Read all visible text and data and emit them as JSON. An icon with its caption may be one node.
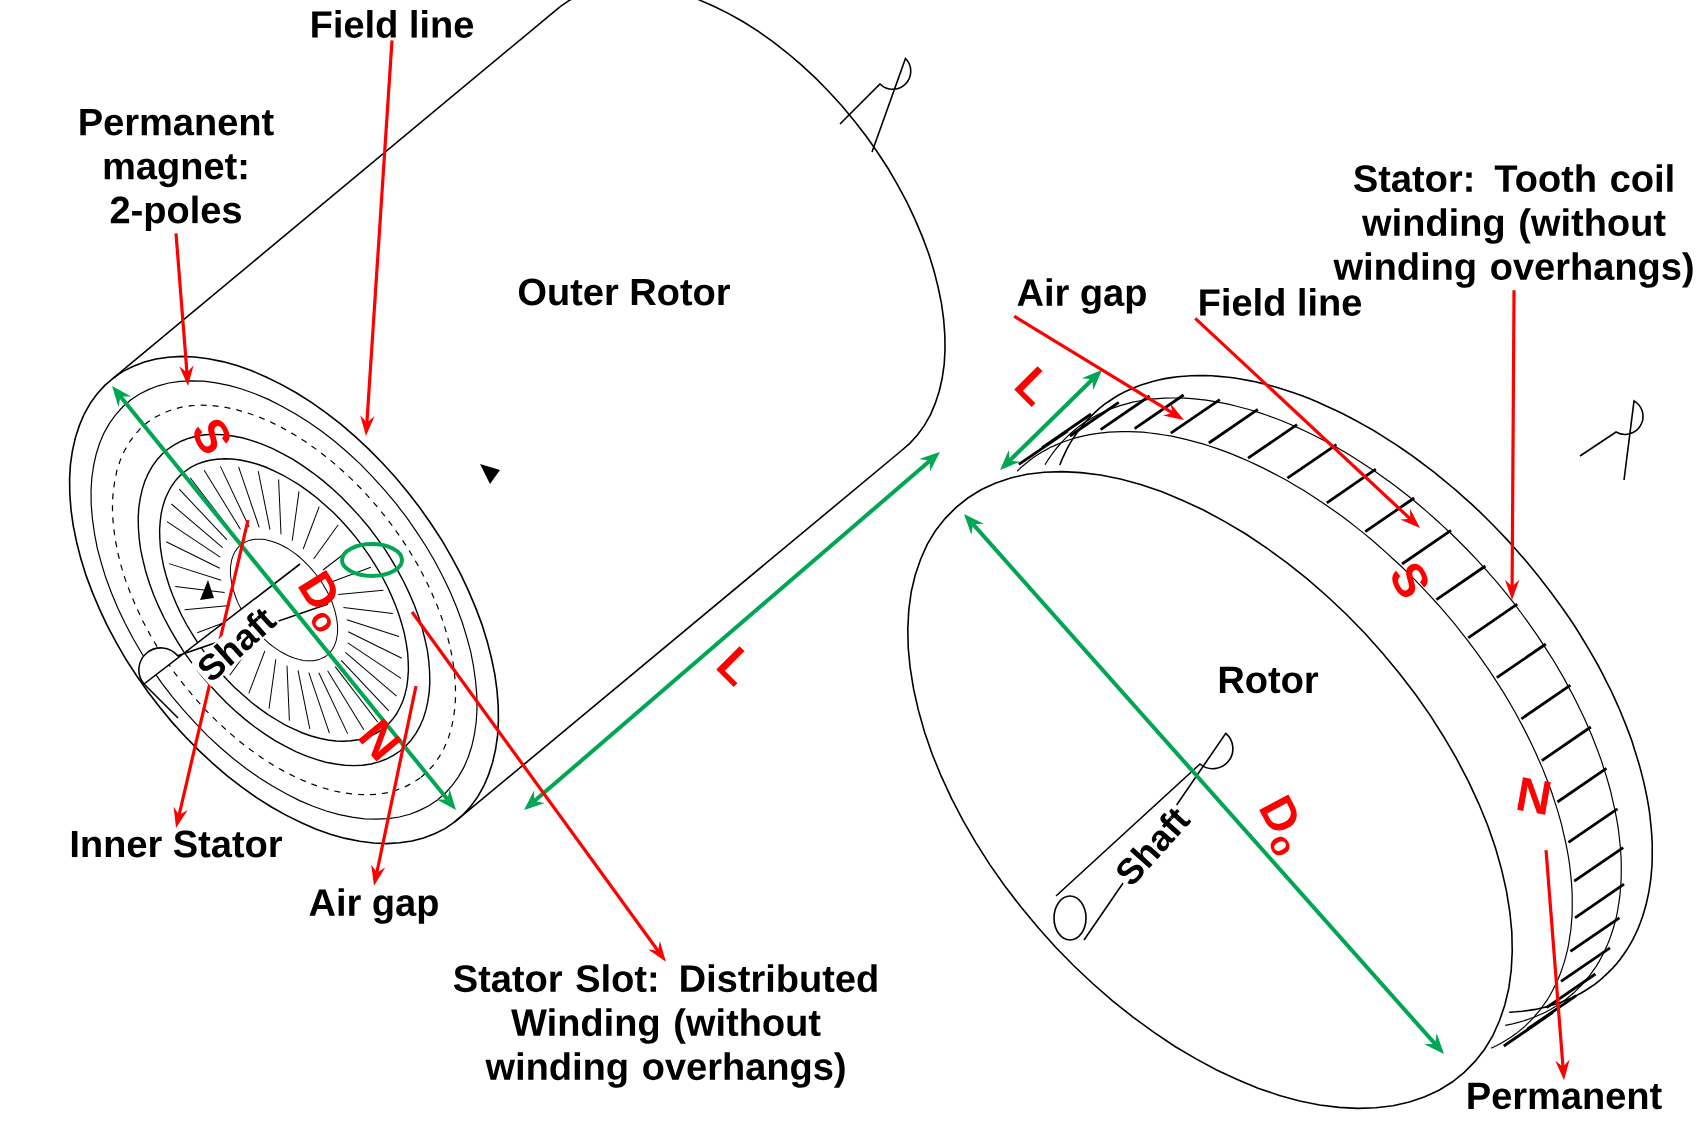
{
  "diagram": {
    "nodes": [
      {
        "text": [
          "Field line"
        ]
      },
      {
        "text": [
          "Permanent magnet: 2-poles"
        ]
      },
      {
        "text": [
          "Inner Stator"
        ]
      },
      {
        "text": [
          "Air gap"
        ]
      },
      {
        "text": [
          "Stator Slot: Distributed Winding (without winding overhangs)"
        ]
      },
      {
        "text": [
          "Air gap"
        ]
      },
      {
        "text": [
          "Field line"
        ]
      },
      {
        "text": [
          "Stator: Tooth coil winding (without winding overhangs)"
        ]
      },
      {
        "text": [
          "Permanent"
        ]
      }
    ],
    "edges": [
      {
        "from": 0,
        "to": null,
        "arrow": "to"
      },
      {
        "from": 1,
        "to": null,
        "arrow": "to"
      },
      {
        "from": null,
        "to": 2,
        "arrow": "to"
      },
      {
        "from": null,
        "to": 3,
        "arrow": "to"
      },
      {
        "from": null,
        "to": 4,
        "arrow": "to"
      },
      {
        "from": 5,
        "to": null,
        "arrow": "to"
      },
      {
        "from": 6,
        "to": null,
        "arrow": "to"
      },
      {
        "from": 7,
        "to": null,
        "arrow": "to"
      },
      {
        "from": null,
        "to": 8,
        "arrow": "to"
      }
    ],
    "labels": [
      "Outer Rotor",
      "L",
      "S",
      "S",
      "D$_{o}$",
      "Shaft",
      "L",
      "Rotor",
      "N",
      "N",
      "Shaft",
      "D$_{o}$"
    ]
  }
}
